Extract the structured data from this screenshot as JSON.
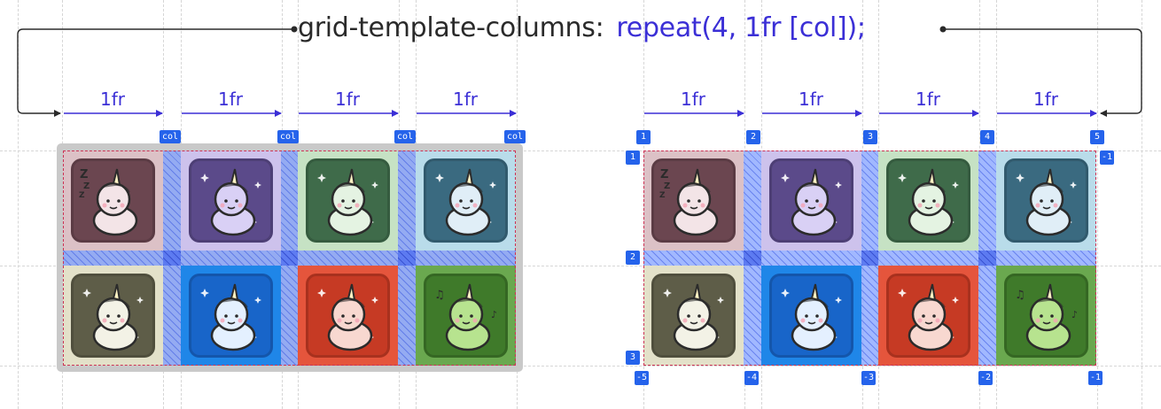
{
  "title": {
    "property": "grid-template-columns:",
    "value": "repeat(4, 1fr  [col]);"
  },
  "track_labels": [
    "1fr",
    "1fr",
    "1fr",
    "1fr"
  ],
  "col_line_names": [
    "col",
    "col",
    "col",
    "col"
  ],
  "positive_column_lines": [
    "1",
    "2",
    "3",
    "4",
    "5"
  ],
  "negative_column_lines": [
    "-5",
    "-4",
    "-3",
    "-2",
    "-1"
  ],
  "positive_row_lines": [
    "1",
    "2",
    "3"
  ],
  "negative_row_lines": [
    "-1"
  ],
  "colors": {
    "accent": "#3b2fd6",
    "line_tag": "#2563eb",
    "gap_fill": "#8ea3ff"
  },
  "tiles": [
    {
      "name": "sleeping-unicorn",
      "bg": "#dcc1c6",
      "tile": "#6b4650",
      "body": "#f3e4e7"
    },
    {
      "name": "purple-unicorn",
      "bg": "#cdc2ec",
      "tile": "#5b4a8a",
      "body": "#d9d0f5"
    },
    {
      "name": "dancing-unicorn",
      "bg": "#c6e2c4",
      "tile": "#3f6b4a",
      "body": "#e4f3e2"
    },
    {
      "name": "kissing-unicorn",
      "bg": "#b9dcea",
      "tile": "#3a6a80",
      "body": "#e0eef7"
    },
    {
      "name": "nerd-unicorn",
      "bg": "#e3e1c9",
      "tile": "#5e5d48",
      "body": "#f3f2e6"
    },
    {
      "name": "fancy-unicorn",
      "bg": "#1f86e8",
      "tile": "#1865c9",
      "body": "#e4f0ff"
    },
    {
      "name": "red-unicorn",
      "bg": "#e5553c",
      "tile": "#c63a24",
      "body": "#f8d8d0"
    },
    {
      "name": "music-unicorn",
      "bg": "#6aa84f",
      "tile": "#3f7a2a",
      "body": "#b7e38f"
    }
  ]
}
